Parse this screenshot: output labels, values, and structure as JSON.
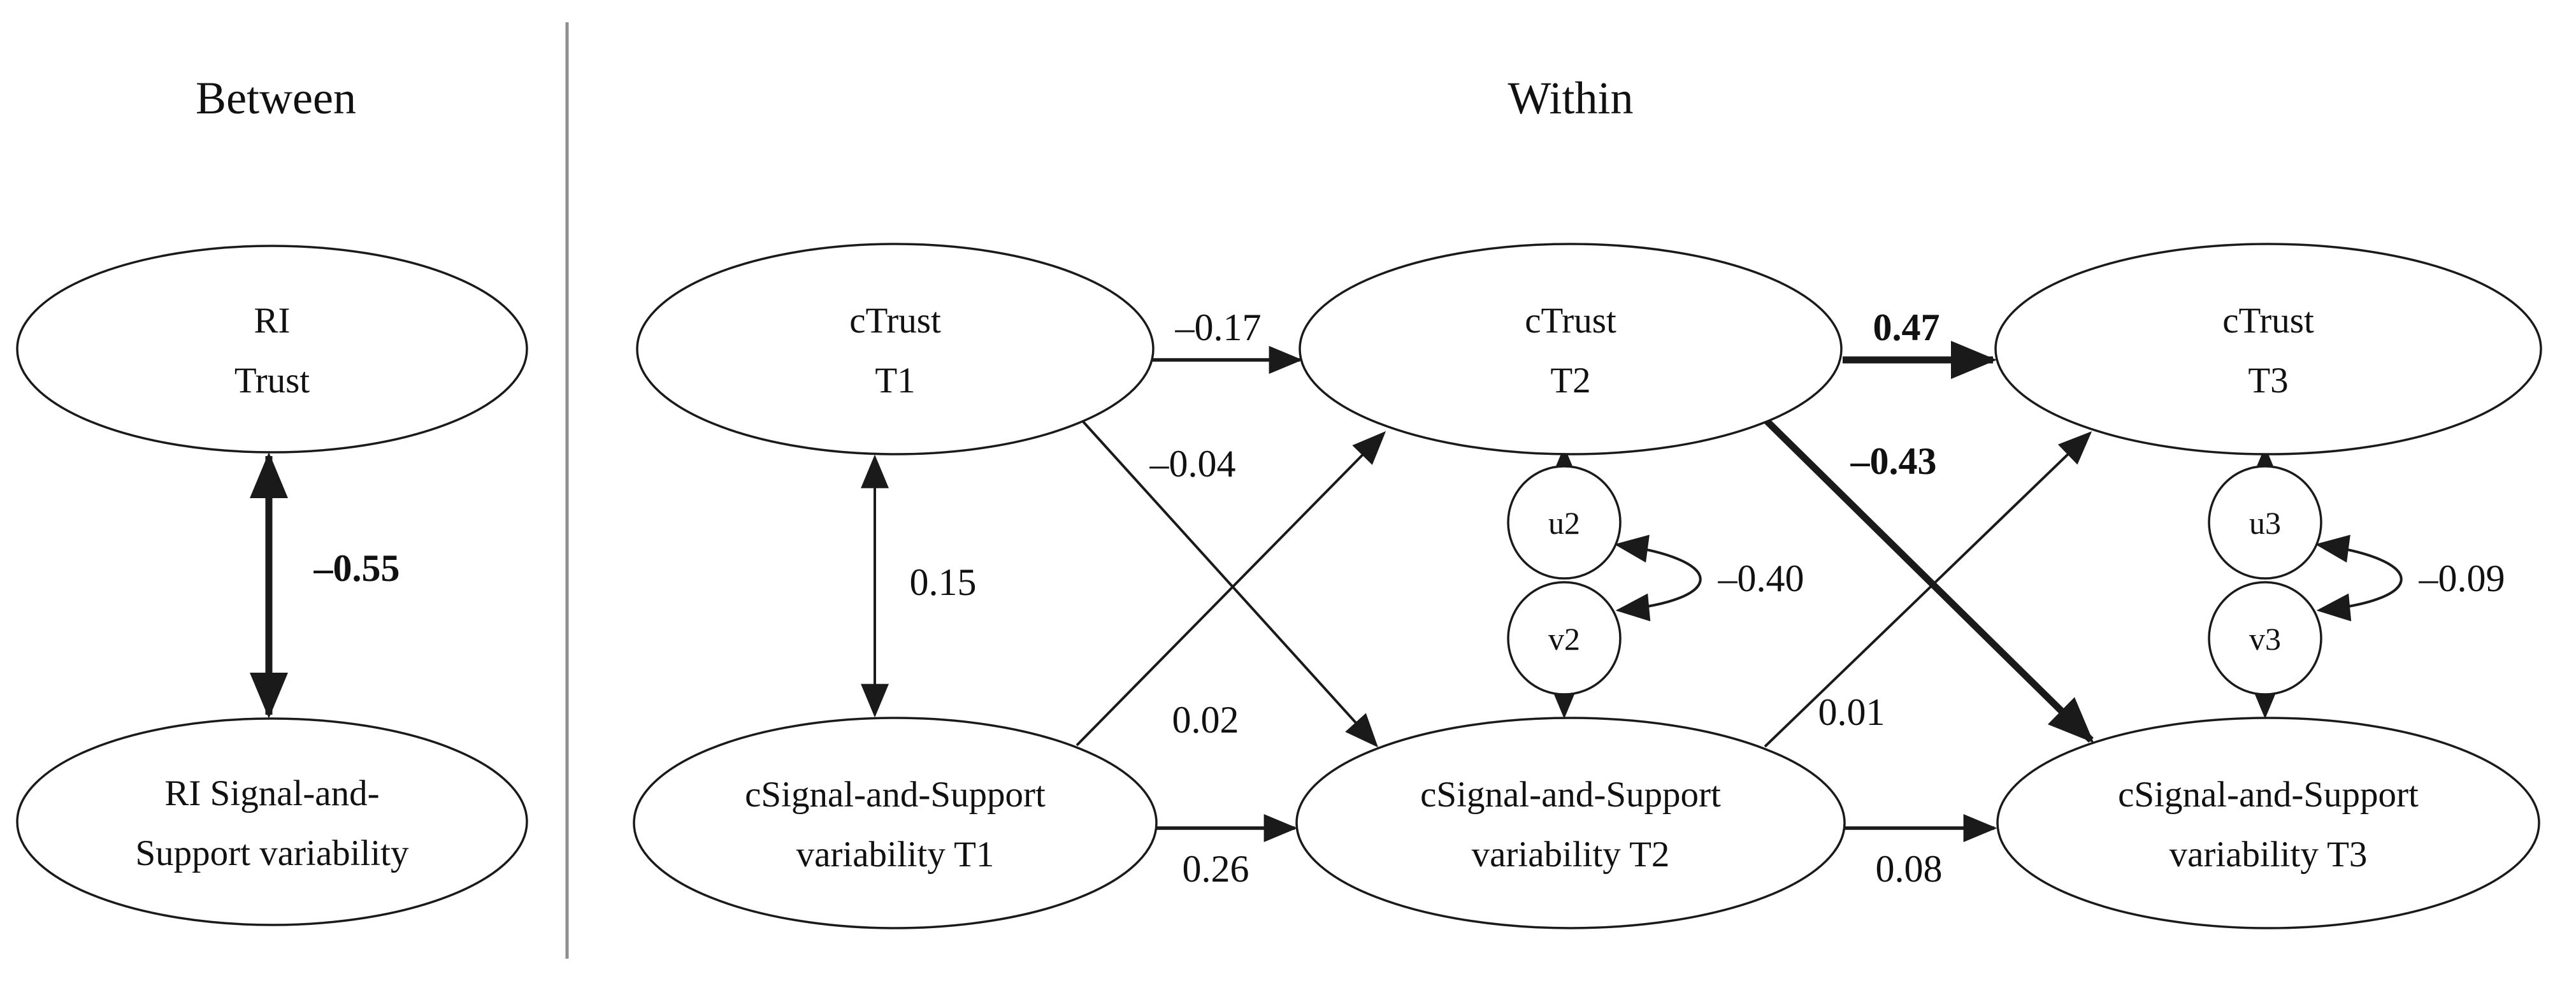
{
  "sections": {
    "between": {
      "title": "Between"
    },
    "within": {
      "title": "Within"
    }
  },
  "nodes": {
    "ri_trust": {
      "lines": [
        "RI",
        "Trust"
      ]
    },
    "ri_signal_support": {
      "lines": [
        "RI Signal-and-",
        "Support variability"
      ]
    },
    "ctrust_t1": {
      "lines": [
        "cTrust",
        "T1"
      ]
    },
    "ctrust_t2": {
      "lines": [
        "cTrust",
        "T2"
      ]
    },
    "ctrust_t3": {
      "lines": [
        "cTrust",
        "T3"
      ]
    },
    "csignal_t1": {
      "lines": [
        "cSignal-and-Support",
        "variability T1"
      ]
    },
    "csignal_t2": {
      "lines": [
        "cSignal-and-Support",
        "variability T2"
      ]
    },
    "csignal_t3": {
      "lines": [
        "cSignal-and-Support",
        "variability T3"
      ]
    },
    "u2": {
      "label": "u2"
    },
    "v2": {
      "label": "v2"
    },
    "u3": {
      "label": "u3"
    },
    "v3": {
      "label": "v3"
    }
  },
  "edges": [
    {
      "from": "RI Trust",
      "to": "RI Signal-and-Support variability",
      "coefficient": "–0.55",
      "bold": true,
      "type": "covariance"
    },
    {
      "from": "cTrust T1",
      "to": "cTrust T2",
      "coefficient": "–0.17",
      "bold": false,
      "type": "autoregressive"
    },
    {
      "from": "cTrust T2",
      "to": "cTrust T3",
      "coefficient": "0.47",
      "bold": true,
      "type": "autoregressive"
    },
    {
      "from": "cTrust T1",
      "to": "cSignal-and-Support variability T2",
      "coefficient": "–0.04",
      "bold": false,
      "type": "cross-lagged"
    },
    {
      "from": "cSignal-and-Support variability T1",
      "to": "cTrust T2",
      "coefficient": "0.02",
      "bold": false,
      "type": "cross-lagged"
    },
    {
      "from": "cTrust T2",
      "to": "cSignal-and-Support variability T3",
      "coefficient": "–0.43",
      "bold": true,
      "type": "cross-lagged"
    },
    {
      "from": "cSignal-and-Support variability T2",
      "to": "cTrust T3",
      "coefficient": "0.01",
      "bold": false,
      "type": "cross-lagged"
    },
    {
      "from": "cSignal-and-Support variability T1",
      "to": "cSignal-and-Support variability T2",
      "coefficient": "0.26",
      "bold": false,
      "type": "autoregressive"
    },
    {
      "from": "cSignal-and-Support variability T2",
      "to": "cSignal-and-Support variability T3",
      "coefficient": "0.08",
      "bold": false,
      "type": "autoregressive"
    },
    {
      "from": "cTrust T1",
      "to": "cSignal-and-Support variability T1",
      "coefficient": "0.15",
      "bold": false,
      "type": "covariance"
    },
    {
      "from": "u2",
      "to": "v2",
      "coefficient": "–0.40",
      "bold": false,
      "type": "covariance"
    },
    {
      "from": "u3",
      "to": "v3",
      "coefficient": "–0.09",
      "bold": false,
      "type": "covariance"
    }
  ]
}
